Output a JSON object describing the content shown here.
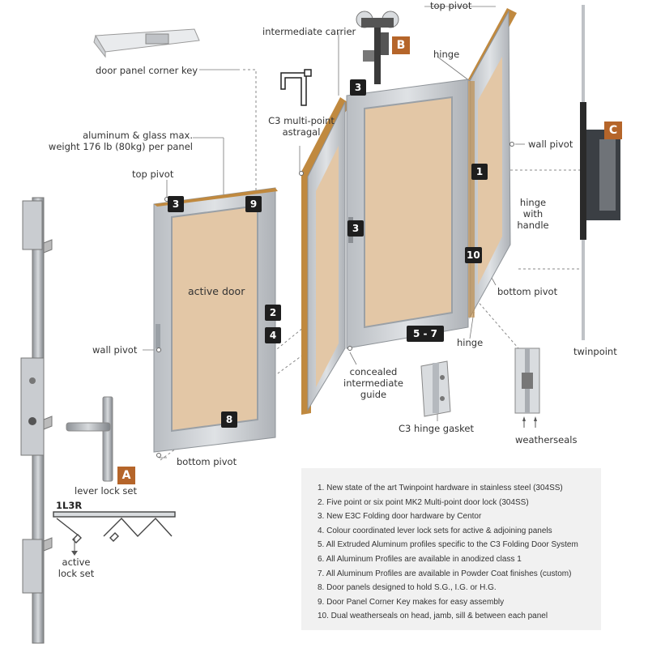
{
  "labels": {
    "top_pivot_right": "top pivot",
    "intermediate_carrier": "intermediate carrier",
    "door_panel_corner_key": "door panel corner key",
    "hinge_top": "hinge",
    "c3_astragal_l1": "C3 multi-point",
    "c3_astragal_l2": "astragal",
    "weight_l1": "aluminum & glass max.",
    "weight_l2": "weight 176 lb (80kg) per panel",
    "wall_pivot_right": "wall pivot",
    "top_pivot_left": "top pivot",
    "hinge_handle_l1": "hinge",
    "hinge_handle_l2": "with",
    "hinge_handle_l3": "handle",
    "active_door": "active door",
    "bottom_pivot_right": "bottom pivot",
    "wall_pivot_left": "wall pivot",
    "hinge_bottom": "hinge",
    "twinpoint": "twinpoint",
    "guide_l1": "concealed",
    "guide_l2": "intermediate",
    "guide_l3": "guide",
    "c3_hinge_gasket": "C3 hinge gasket",
    "weatherseals": "weatherseals",
    "bottom_pivot_left": "bottom pivot",
    "lever_lock_set": "lever lock set",
    "config_code": "1L3R",
    "active_lock_l1": "active",
    "active_lock_l2": "lock set"
  },
  "badges": {
    "b1": "1",
    "b2": "2",
    "b3_left": "3",
    "b3_top": "3",
    "b3_mid": "3",
    "b4": "4",
    "b5_7": "5 - 7",
    "b8": "8",
    "b9": "9",
    "b10": "10"
  },
  "callouts": {
    "a": "A",
    "b": "B",
    "c": "C"
  },
  "notes": [
    "1. New state of the art Twinpoint hardware in stainless steel (304SS)",
    "2. Five point or six point MK2 Multi-point door lock (304SS)",
    "3. New E3C Folding door hardware by Centor",
    "4. Colour coordinated lever lock sets for active & adjoining panels",
    "5. All Extruded Aluminum profiles specific to the C3 Folding Door System",
    "6. All Aluminum Profiles are available in anodized class 1",
    "7. All Aluminum Profiles are available in Powder Coat finishes (custom)",
    "8. Door panels designed to hold S.G., I.G. or H.G.",
    "9. Door Panel Corner Key makes for easy assembly",
    "10. Dual weatherseals on head, jamb, sill & between each panel"
  ],
  "colors": {
    "frame": "#c9ccd0",
    "glass": "#e3c7a6",
    "edge": "#c0893f",
    "badge": "#1e1e1e",
    "accent": "#b5652a",
    "notes_bg": "#f1f1f1"
  }
}
